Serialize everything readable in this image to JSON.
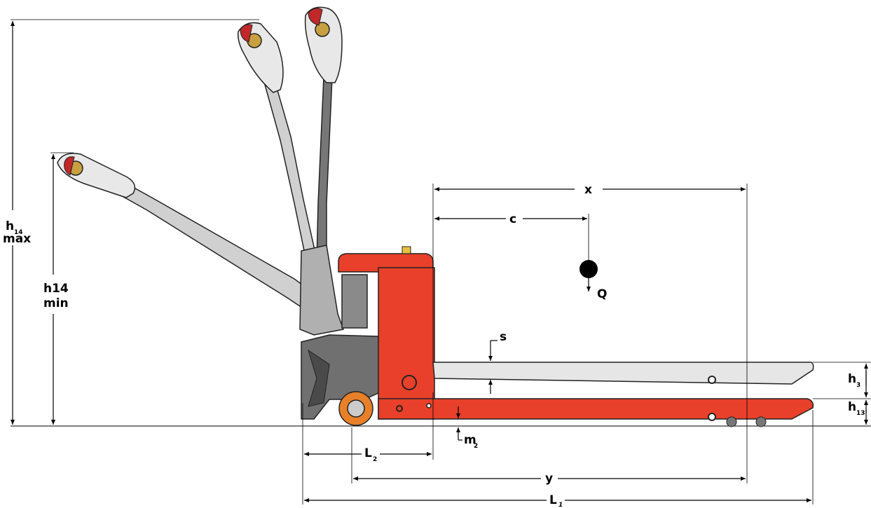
{
  "colors": {
    "body_red": "#e8402a",
    "body_red_dark": "#b8301e",
    "fork_gray": "#e6e6e6",
    "handle_gray": "#9a9a9a",
    "handle_dark": "#6e6e6e",
    "wheel_orange": "#e8802a",
    "load_dot": "#000000"
  },
  "labels": {
    "x": "x",
    "c": "c",
    "q": "Q",
    "s": "s",
    "h3_main": "h",
    "h3_sub": "3",
    "h13_main": "h",
    "h13_sub": "13",
    "m2_main": "m",
    "m2_sub": "2",
    "l2_main": "L",
    "l2_sub": "2",
    "y": "y",
    "l1_main": "L",
    "l1_sub": "1",
    "h14max_main": "h",
    "h14max_sub": "14",
    "h14max_word": "max",
    "h14min_line1": "h14",
    "h14min_line2": "min"
  },
  "icons": {
    "load_center": "load-center-dot-icon",
    "arrow": "dimension-arrow-icon"
  }
}
